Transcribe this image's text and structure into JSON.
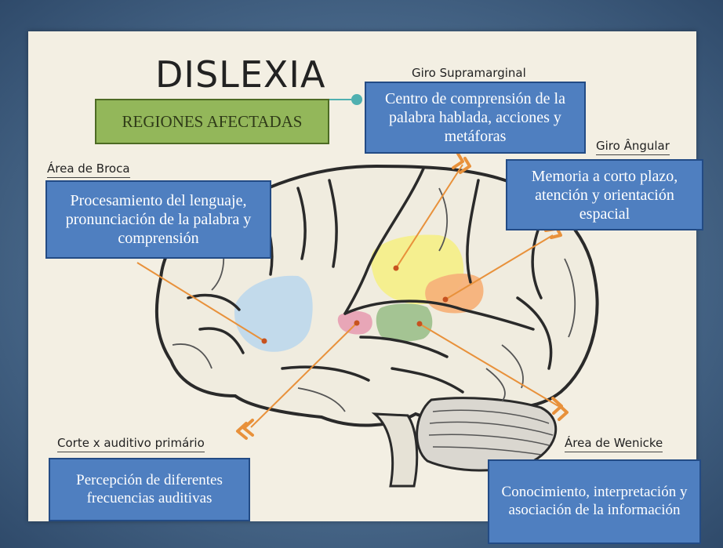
{
  "title": "DISLEXIA",
  "subtitle": "REGIONES AFECTADAS",
  "regions": {
    "giro_supramarginal": {
      "label": "Giro Supramarginal",
      "description": "Centro de comprensión de la palabra hablada, acciones y metáforas",
      "color": "#f4ef8a"
    },
    "giro_angular": {
      "label": "Giro Ângular",
      "description": "Memoria a corto plazo, atención y orientación espacial",
      "color": "#f5b27a"
    },
    "area_broca": {
      "label": "Área de Broca",
      "description": "Procesamiento  del lenguaje, pronunciación de la palabra y comprensión",
      "color": "#bcd8ec"
    },
    "corte_auditivo": {
      "label": "Corte x auditivo primário",
      "description": "Percepción de diferentes frecuencias auditivas",
      "color": "#e7a2b4"
    },
    "area_wenicke": {
      "label": "Área de Wenicke",
      "description": "Conocimiento, interpretación y asociación de la información",
      "color": "#9fc28e"
    }
  },
  "colors": {
    "box_fill": "#4f7fc0",
    "box_border": "#234b85",
    "arrow": "#e8913b",
    "subtitle_fill": "#93b75a"
  }
}
